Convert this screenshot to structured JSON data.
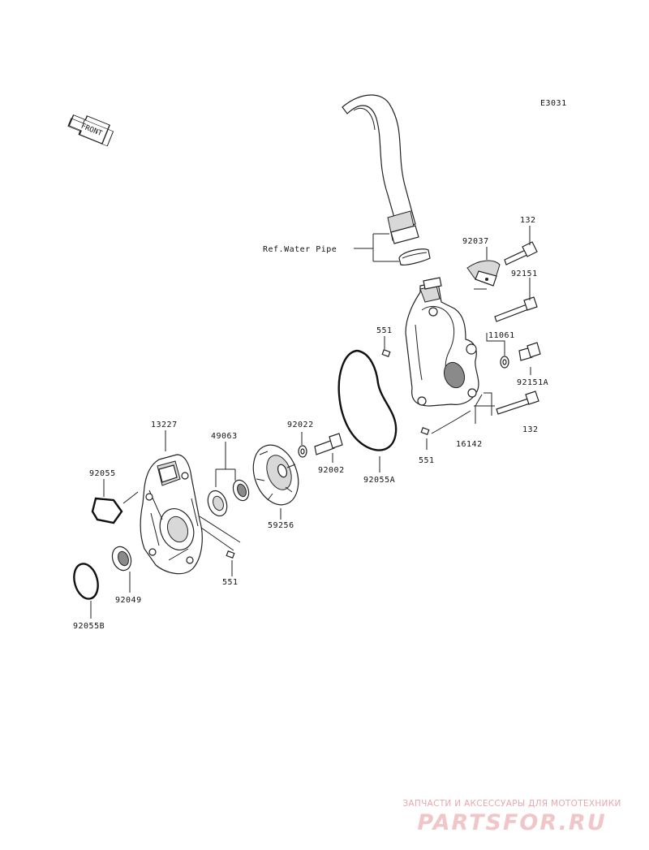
{
  "diagram": {
    "code": "E3031",
    "front_label": "FRONT",
    "ref_label": "Ref.Water Pipe",
    "parts": {
      "p132_top": "132",
      "p92037": "92037",
      "p92151": "92151",
      "p11061": "11061",
      "p92151A": "92151A",
      "p132_bottom": "132",
      "p16142": "16142",
      "p551_top": "551",
      "p551_right": "551",
      "p92055A": "92055A",
      "p92022": "92022",
      "p92002": "92002",
      "p13227": "13227",
      "p49063": "49063",
      "p59256": "59256",
      "p92055": "92055",
      "p551_bottom": "551",
      "p92049": "92049",
      "p92055B": "92055B"
    }
  },
  "watermark": {
    "top_text": "ЗАПЧАСТИ И АКСЕССУАРЫ ДЛЯ МОТОТЕХНИКИ",
    "logo_text": "PARTSFOR.RU"
  }
}
